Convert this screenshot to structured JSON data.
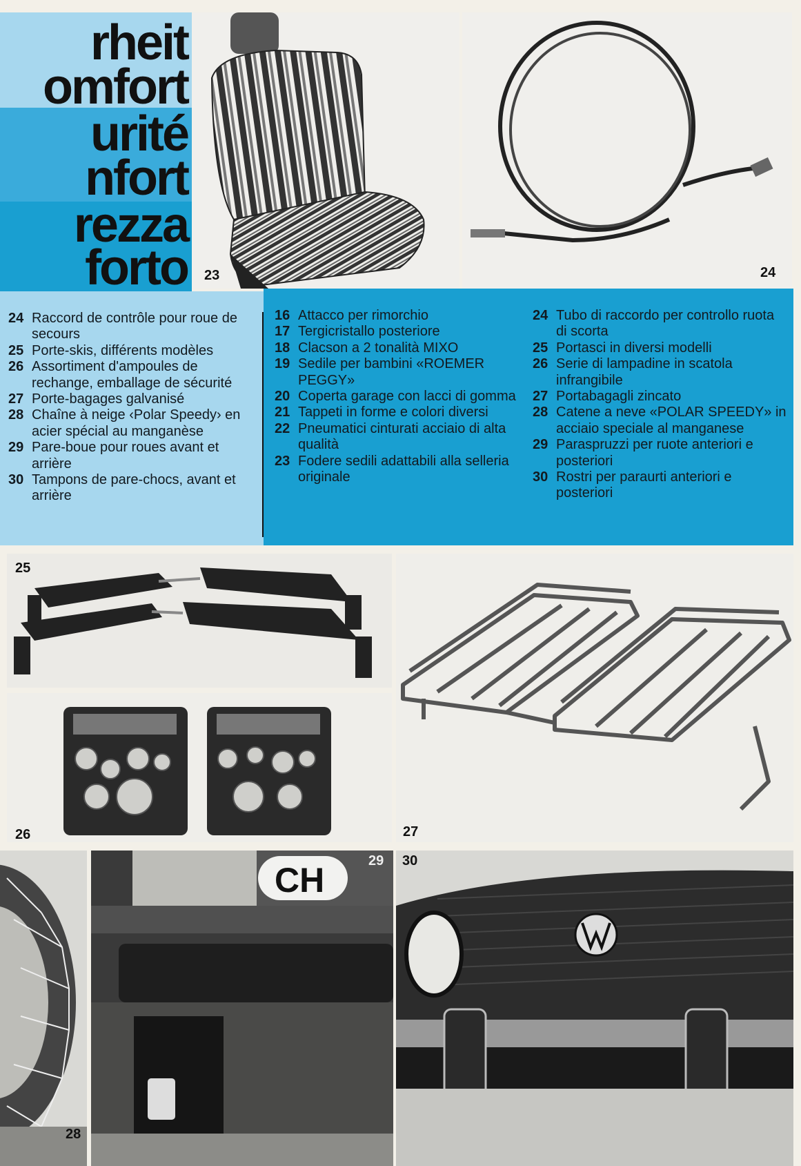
{
  "titles": [
    {
      "line1": "rheit",
      "line2": "omfort"
    },
    {
      "line1": "urité",
      "line2": "nfort"
    },
    {
      "line1": "rezza",
      "line2": "forto"
    }
  ],
  "colors": {
    "band_light": "#a7d7ee",
    "band_mid": "#3aabdb",
    "band_dark": "#199fd1"
  },
  "photo_numbers": {
    "n23": "23",
    "n24": "24",
    "n25": "25",
    "n26": "26",
    "n27": "27",
    "n28": "28",
    "n29": "29",
    "n30": "30"
  },
  "plate_text": "CH",
  "list_french": [
    {
      "n": "24",
      "text": "Raccord de contrôle pour roue de secours"
    },
    {
      "n": "25",
      "text": "Porte-skis, différents modèles"
    },
    {
      "n": "26",
      "text": "Assortiment d'ampoules de rechange, emballage de sécurité"
    },
    {
      "n": "27",
      "text": "Porte-bagages galvanisé"
    },
    {
      "n": "28",
      "text": "Chaîne à neige ‹Polar Speedy› en acier spécial au manganèse"
    },
    {
      "n": "29",
      "text": "Pare-boue pour roues avant et arrière"
    },
    {
      "n": "30",
      "text": "Tampons de pare-chocs, avant et arrière"
    }
  ],
  "list_italian_a": [
    {
      "n": "16",
      "text": "Attacco per rimorchio"
    },
    {
      "n": "17",
      "text": "Tergicristallo posteriore"
    },
    {
      "n": "18",
      "text": "Clacson a 2 tonalità MIXO"
    },
    {
      "n": "19",
      "text": "Sedile per bambini «ROEMER PEGGY»"
    },
    {
      "n": "20",
      "text": "Coperta garage con lacci di gomma"
    },
    {
      "n": "21",
      "text": "Tappeti in forme e colori diversi"
    },
    {
      "n": "22",
      "text": "Pneumatici cinturati acciaio di alta qualità"
    },
    {
      "n": "23",
      "text": "Fodere sedili adattabili alla selleria originale"
    }
  ],
  "list_italian_b": [
    {
      "n": "24",
      "text": "Tubo di raccordo per controllo ruota di scorta"
    },
    {
      "n": "25",
      "text": "Portasci in diversi modelli"
    },
    {
      "n": "26",
      "text": "Serie di lampadine in scatola infrangibile"
    },
    {
      "n": "27",
      "text": "Portabagagli zincato"
    },
    {
      "n": "28",
      "text": "Catene a neve «POLAR SPEEDY» in acciaio speciale al manganese"
    },
    {
      "n": "29",
      "text": "Paraspruzzi per ruote anteriori e posteriori"
    },
    {
      "n": "30",
      "text": "Rostri per paraurti anteriori e posteriori"
    }
  ]
}
